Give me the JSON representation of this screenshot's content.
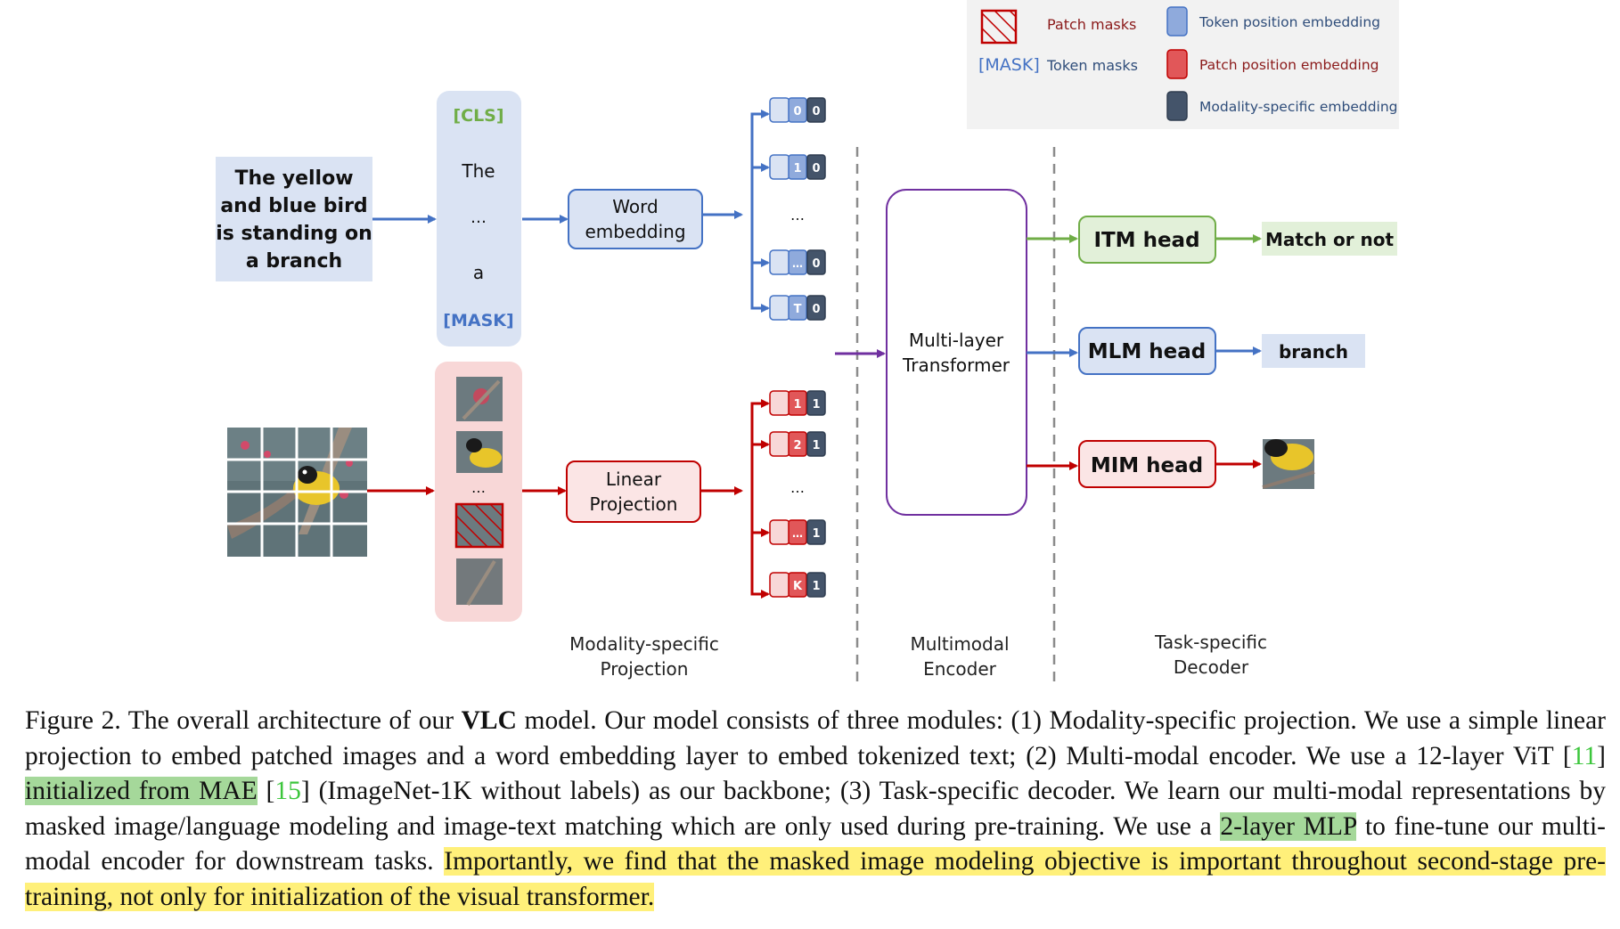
{
  "legend": {
    "patch_masks": "Patch masks",
    "mask_tag": "[MASK]",
    "token_masks": "Token masks",
    "token_pos": "Token position embedding",
    "patch_pos": "Patch position embedding",
    "modality": "Modality-specific embedding"
  },
  "input_text": [
    "The yellow",
    "and blue bird",
    "is standing on",
    "a branch"
  ],
  "tokens": {
    "cls": "[CLS]",
    "the": "The",
    "dots": "…",
    "a": "a",
    "mask": "[MASK]"
  },
  "word_embedding": [
    "Word",
    "embedding"
  ],
  "linear_projection": [
    "Linear",
    "Projection"
  ],
  "text_embeddings": [
    {
      "pos": "0",
      "mod": "0"
    },
    {
      "pos": "1",
      "mod": "0"
    },
    {
      "pos": "…",
      "mod": "0"
    },
    {
      "pos": "T",
      "mod": "0"
    }
  ],
  "image_embeddings": [
    {
      "pos": "1",
      "mod": "1"
    },
    {
      "pos": "2",
      "mod": "1"
    },
    {
      "pos": "…",
      "mod": "1"
    },
    {
      "pos": "K",
      "mod": "1"
    }
  ],
  "ellipsis": "…",
  "transformer": [
    "Multi-layer",
    "Transformer"
  ],
  "heads": {
    "itm": "ITM head",
    "mlm": "MLM head",
    "mim": "MIM head",
    "itm_out": "Match or not",
    "mlm_out": "branch"
  },
  "section_labels": {
    "projection": [
      "Modality-specific",
      "Projection"
    ],
    "encoder": [
      "Multimodal",
      "Encoder"
    ],
    "decoder": [
      "Task-specific",
      "Decoder"
    ]
  },
  "colors": {
    "blue": "#4472c4",
    "red": "#c00000",
    "green": "#70ad47",
    "purple": "#7030a0",
    "dark_box": "#44546a",
    "light_blue": "#dae3f3",
    "light_red": "#f8d7d7",
    "light_green": "#e2f0d9"
  },
  "caption": {
    "p1": "Figure 2.  The overall architecture of our ",
    "vlc": "VLC",
    "p2": " model.  Our model consists of three modules: (1) Modality-specific projection.  We use a simple linear projection to embed patched images and a word embedding layer to embed tokenized text; (2) Multi-modal encoder.  We use a 12-layer ViT [",
    "ref11": "11",
    "p3": "] ",
    "hl1": "initialized from MAE",
    "p4": " [",
    "ref15": "15",
    "p5": "] (ImageNet-1K without labels) as our backbone; (3) Task-specific decoder.  We learn our multi-modal representations by masked image/language modeling and image-text matching which are only used during pre-training. We use a ",
    "hl2": "2-layer MLP",
    "p6": " to fine-tune our multi-modal encoder for downstream tasks. ",
    "hl3": "Importantly, we find that the masked image modeling objective is important throughout second-stage pre-training, not only for initialization of the visual transformer."
  }
}
